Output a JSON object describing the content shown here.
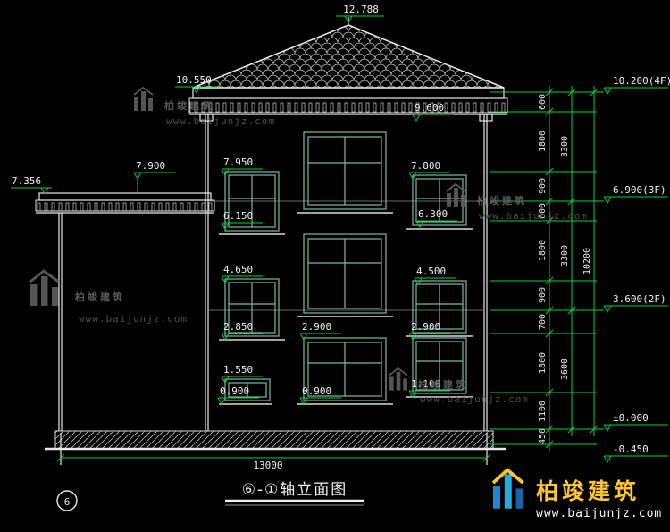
{
  "drawing": {
    "title": "⑥-①轴立面图",
    "axis_bubble": "6",
    "total_width_dim": "13000"
  },
  "watermark": {
    "brand": "柏竣建筑",
    "url": "www.baijunjz.com"
  },
  "markers": {
    "roof_apex": "12.788",
    "roof_eave_top": "10.550",
    "roof_eave_bottom": "9.600",
    "wing_roof": "7.900",
    "wing_eave": "7.356",
    "f3_left_head": "7.950",
    "f3_right_head": "7.800",
    "f3_left_sill": "6.150",
    "f3_right_sill": "6.300",
    "f2_left_head": "4.650",
    "f2_right_head": "4.500",
    "f2_left_sill": "2.850",
    "f1_center_head": "2.900",
    "f1_right_head": "2.900",
    "f1_left_head": "1.550",
    "f1_left_sill": "0.900",
    "f1_center_sill": "0.900",
    "f1_right_sill": "1.100"
  },
  "levels": {
    "f4": "10.200(4F)",
    "f3": "6.900(3F)",
    "f2": "3.600(2F)",
    "ground": "±0.000",
    "footing": "-0.450"
  },
  "dims": {
    "seg": [
      "600",
      "1800",
      "900",
      "600",
      "1800",
      "900",
      "700",
      "1800",
      "1100",
      "450"
    ],
    "floor": [
      "3300",
      "3300",
      "3600"
    ],
    "total": "10200"
  }
}
